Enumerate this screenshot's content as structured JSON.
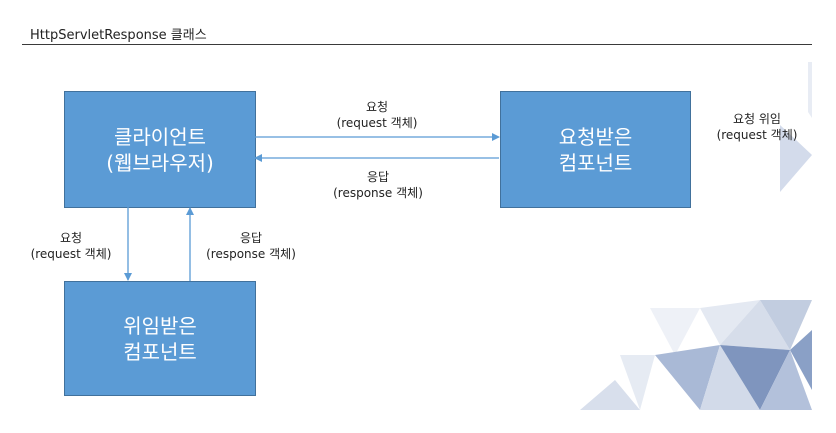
{
  "title": "HttpServletResponse 클래스",
  "boxes": {
    "client": {
      "line1": "클라이언트",
      "line2": "(웹브라우저)"
    },
    "receiver": {
      "line1": "요청받은",
      "line2": "컴포넌트"
    },
    "delegate": {
      "line1": "위임받은",
      "line2": "컴포넌트"
    }
  },
  "labels": {
    "top_request": {
      "line1": "요청",
      "line2": "(request 객체)"
    },
    "top_response": {
      "line1": "응답",
      "line2": "(response 객체)"
    },
    "left_request": {
      "line1": "요청",
      "line2": "(request 객체)"
    },
    "left_response": {
      "line1": "응답",
      "line2": "(response 객체)"
    },
    "right_delegation": {
      "line1": "요청 위임",
      "line2": "(request 객체)"
    }
  },
  "colors": {
    "box_fill": "#5b9bd5",
    "box_border": "#41719c",
    "arrow": "#5b9bd5"
  }
}
